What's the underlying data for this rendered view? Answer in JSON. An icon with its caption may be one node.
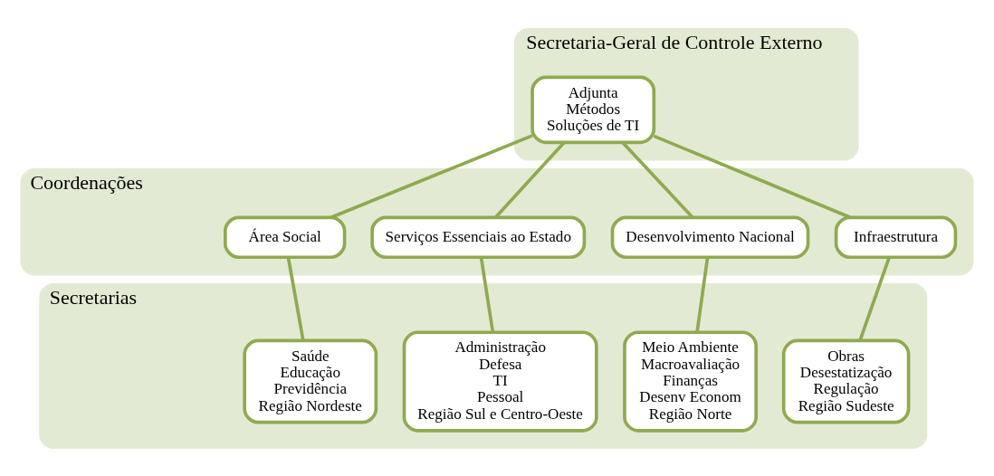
{
  "diagram": {
    "nodes": [
      {
        "text": [
          "Secretaria-Geral de Controle Externo"
        ]
      },
      {
        "text": [
          "Adjunta",
          "Métodos",
          "Soluções de TI"
        ],
        "in": 0
      },
      {
        "text": [
          "Coordenações"
        ]
      },
      {
        "text": [
          "Área Social"
        ],
        "in": 2
      },
      {
        "text": [
          "Serviços Essenciais ao Estado"
        ],
        "in": 2
      },
      {
        "text": [
          "Desenvolvimento Nacional"
        ],
        "in": 2
      },
      {
        "text": [
          "Infraestrutura"
        ],
        "in": 2
      },
      {
        "text": [
          "Secretarias"
        ]
      },
      {
        "text": [
          "Saúde",
          "Educação",
          "Previdência",
          "Região Nordeste"
        ],
        "in": 7
      },
      {
        "text": [
          "Administração",
          "Defesa",
          "TI",
          "Pessoal",
          "Região Sul e Centro-Oeste"
        ],
        "in": 7
      },
      {
        "text": [
          "Meio Ambiente",
          "Macroavaliação",
          "Finanças",
          "Desenv Econom",
          "Região Norte"
        ],
        "in": 7
      },
      {
        "text": [
          "Obras",
          "Desestatização",
          "Regulação",
          "Região Sudeste"
        ],
        "in": 7
      }
    ],
    "edges": [
      {
        "from": 1,
        "to": 3,
        "arrow": "none"
      },
      {
        "from": 1,
        "to": 4,
        "arrow": "none"
      },
      {
        "from": 1,
        "to": 5,
        "arrow": "none"
      },
      {
        "from": 1,
        "to": 6,
        "arrow": "none"
      },
      {
        "from": 3,
        "to": 8,
        "arrow": "none"
      },
      {
        "from": 4,
        "to": 9,
        "arrow": "none"
      },
      {
        "from": 5,
        "to": 10,
        "arrow": "none"
      },
      {
        "from": 6,
        "to": 11,
        "arrow": "none"
      }
    ]
  }
}
